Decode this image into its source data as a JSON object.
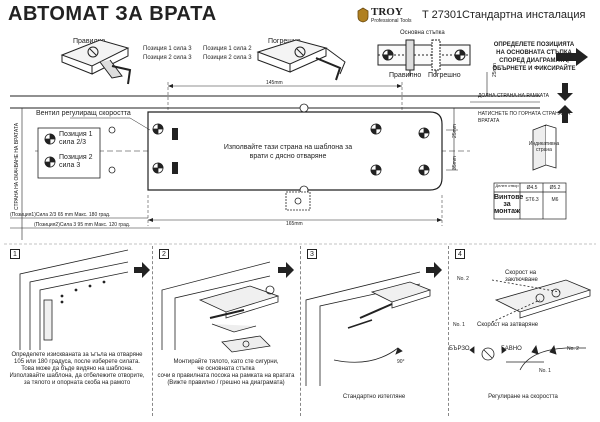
{
  "header": {
    "title": "АВТОМАТ ЗА ВРАТА",
    "brand": "TROY",
    "brand_sub": "Professional Tools",
    "model": "T 27301",
    "subtitle": "Стандартна инсталация"
  },
  "correct_block": {
    "label": "Правилно",
    "positions": [
      "Позиция 1 сила 3",
      "Позиция 2 сила 3"
    ]
  },
  "wrong_block": {
    "label": "Погрешно",
    "positions": [
      "Позиция 1 сила 2",
      "Позиция 2 сила 3"
    ]
  },
  "base_step": {
    "title": "Основна стъпка",
    "correct": "Правилно",
    "wrong": "Погрешно"
  },
  "instructions": {
    "define_position": [
      "ОПРЕДЕЛЕТЕ ПОЗИЦИЯТА",
      "НА ОСНОВНАТА СТЪПКА",
      "СПОРЕД ДИАГРАМАТА,",
      "ОБЪРНЕТЕ И ФИКСИРАЙТЕ"
    ],
    "bottom_frame": "ДОЛНА СТРАНА НА РАМКАТА",
    "top_frame": [
      "НАТИСНЕТЕ ПО ГОРНАТА СТРАНА НА",
      "ВРАТАТА"
    ]
  },
  "template": {
    "valve_label": "Вентил регулиращ скоростта",
    "center_text": [
      "Изполвайте тази страна на шаблона за",
      "врати с дясно отваряне"
    ],
    "dim_top": "145mm",
    "dim_bottom": "165mm",
    "dim_right_top": "25mm",
    "dim_right_bottom": "35mm",
    "dim_far_right": "25mm",
    "hinge_side": "СТРАНА НА ОКАЧВАНЕ НА ВРАТАТА",
    "position1": [
      "Позиция 1",
      "сила 2/3"
    ],
    "position2": [
      "Позиция 2",
      "сила 3"
    ],
    "note1": "(Позиция1)Сила 2/3 65 mm Макс. 180 град.",
    "note2": "(Позиция2)Сила 3 95 mm Макс. 120 град."
  },
  "legend": {
    "indicative_side": [
      "Индикативна",
      "страна"
    ],
    "table": {
      "header": [
        "Делен отвор",
        "Ø4.5",
        "Ø5.2"
      ],
      "row_label": [
        "Винтове",
        "за",
        "монтаж"
      ],
      "row_values": [
        "ST6.3",
        "M6"
      ]
    }
  },
  "steps": [
    {
      "num": "1",
      "caption": [
        "Определете изискваната за ъгъла на отваряне",
        "105 или 180 градуса, после изберете силата.",
        "Това може да бъде видяно на шаблона.",
        "Използвайте шаблона, да отбележите отворите,",
        "за тялото и опорната скоба на рамото"
      ]
    },
    {
      "num": "2",
      "caption": [
        "Монтирайте тялото, като сте сигурни,",
        "че основната стъпка",
        "сочи в правилната посока на рамката на вратата",
        "(Вижте правилно / грешно на диаграмата)"
      ]
    },
    {
      "num": "3",
      "caption": [
        "Стандартно изтегляне"
      ],
      "angle": "90°"
    },
    {
      "num": "4",
      "caption": [
        "Регулиране на скоростта"
      ],
      "no2": "No. 2",
      "no1": "No. 1",
      "speed_closing": [
        "Скорост на",
        "заключване"
      ],
      "speed_shutting": "Скорост на затваряне",
      "fast": "БЪРЗО",
      "slow": "БАВНО"
    }
  ]
}
